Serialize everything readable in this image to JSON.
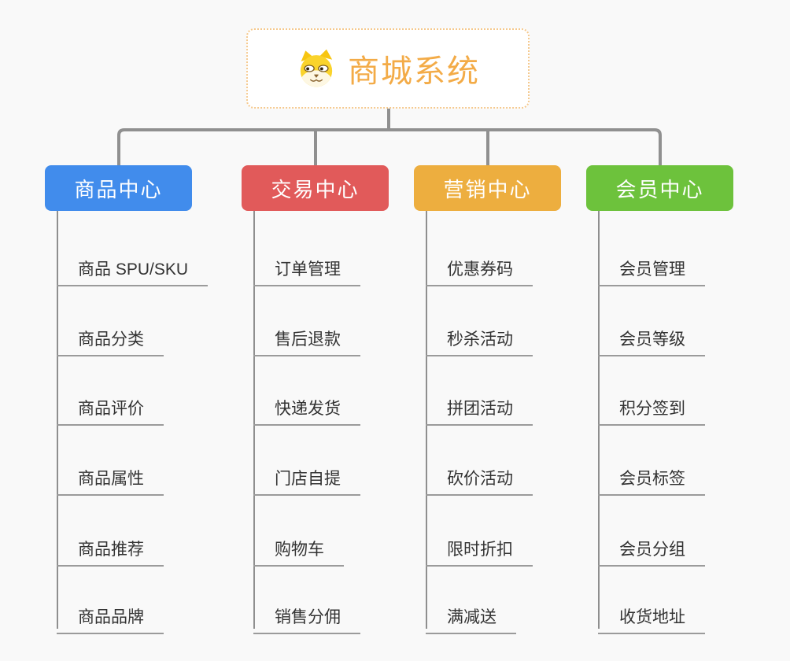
{
  "root": {
    "title": "商城系统",
    "icon": "doge-icon",
    "title_color": "#f3ab47",
    "border_color": "#f5c98e"
  },
  "connector_color": "#909090",
  "branches": [
    {
      "label": "商品中心",
      "color": "#418cec",
      "children": [
        "商品 SPU/SKU",
        "商品分类",
        "商品评价",
        "商品属性",
        "商品推荐",
        "商品品牌"
      ]
    },
    {
      "label": "交易中心",
      "color": "#e15a5a",
      "children": [
        "订单管理",
        "售后退款",
        "快递发货",
        "门店自提",
        "购物车",
        "销售分佣"
      ]
    },
    {
      "label": "营销中心",
      "color": "#edae3f",
      "children": [
        "优惠券码",
        "秒杀活动",
        "拼团活动",
        "砍价活动",
        "限时折扣",
        "满减送"
      ]
    },
    {
      "label": "会员中心",
      "color": "#6dc23c",
      "children": [
        "会员管理",
        "会员等级",
        "积分签到",
        "会员标签",
        "会员分组",
        "收货地址"
      ]
    }
  ]
}
